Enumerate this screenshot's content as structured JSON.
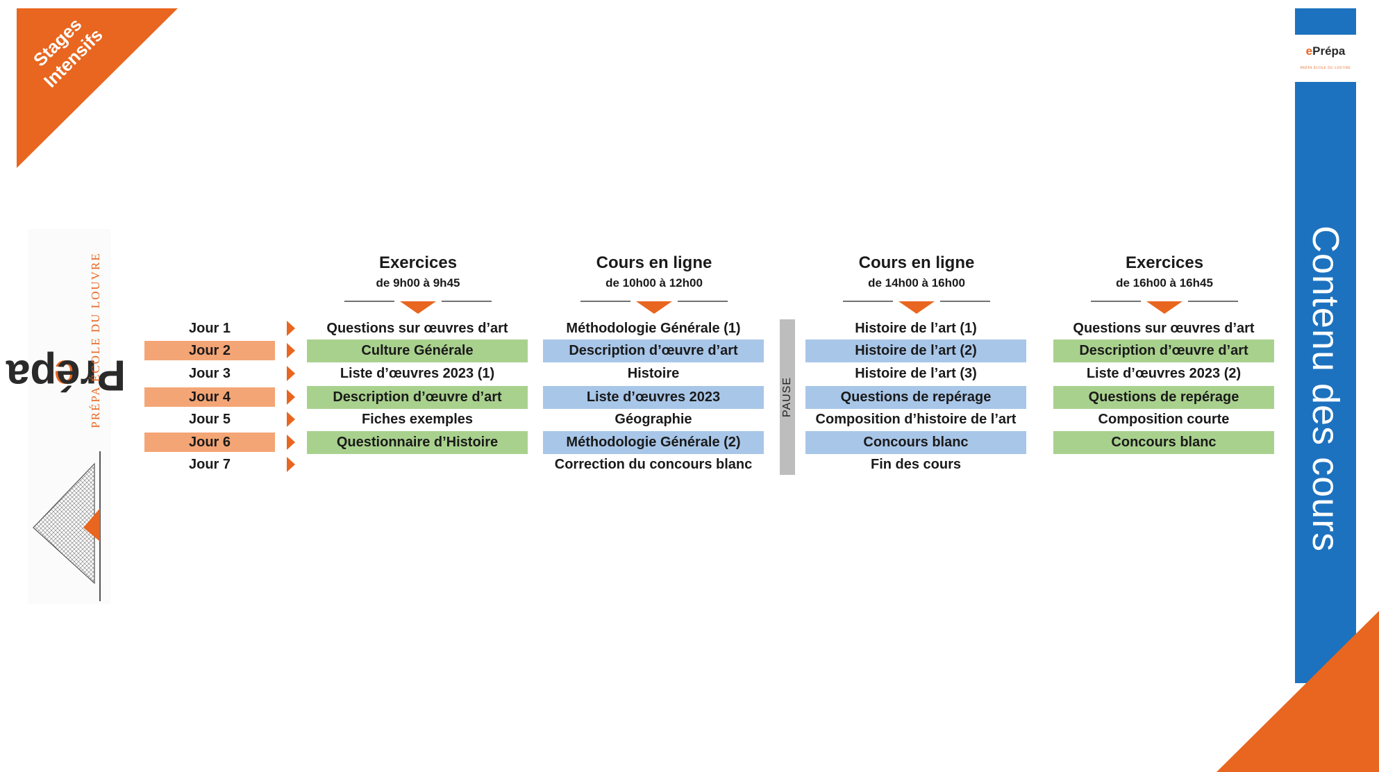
{
  "banner": {
    "line1": "Stages",
    "line2": "Intensifs"
  },
  "brand": {
    "name_e": "e",
    "name_rest": "Prépa",
    "tagline": "PRÉPA ÉCOLE DU LOUVRE"
  },
  "side_title": "Contenu des cours",
  "colors": {
    "orange": "#e8661f",
    "blue": "#1d72bf",
    "green": "#a9d18e",
    "light_blue": "#a8c6e8",
    "salmon": "#f4a575"
  },
  "pause_label": "PAUSE",
  "days": [
    "Jour 1",
    "Jour 2",
    "Jour 3",
    "Jour 4",
    "Jour 5",
    "Jour 6",
    "Jour 7"
  ],
  "columns": [
    {
      "title": "Exercices",
      "time": "de 9h00 à 9h45",
      "cells": [
        "Questions sur œuvres d’art",
        "Culture Générale",
        "Liste d’œuvres 2023 (1)",
        "Description d’œuvre d’art",
        "Fiches exemples",
        "Questionnaire d’Histoire",
        ""
      ]
    },
    {
      "title": "Cours en ligne",
      "time": "de 10h00 à 12h00",
      "cells": [
        "Méthodologie Générale (1)",
        "Description d’œuvre d’art",
        "Histoire",
        "Liste d’œuvres 2023",
        "Géographie",
        "Méthodologie Générale (2)",
        "Correction du concours blanc"
      ]
    },
    {
      "title": "Cours en ligne",
      "time": "de 14h00 à 16h00",
      "cells": [
        "Histoire de l’art (1)",
        "Histoire de l’art (2)",
        "Histoire de l’art (3)",
        "Questions de repérage",
        "Composition d’histoire de l’art",
        "Concours blanc",
        "Fin des cours"
      ]
    },
    {
      "title": "Exercices",
      "time": "de 16h00 à 16h45",
      "cells": [
        "Questions sur œuvres d’art",
        "Description d’œuvre d’art",
        "Liste d’œuvres 2023 (2)",
        "Questions de repérage",
        "Composition courte",
        "Concours blanc",
        ""
      ]
    }
  ]
}
